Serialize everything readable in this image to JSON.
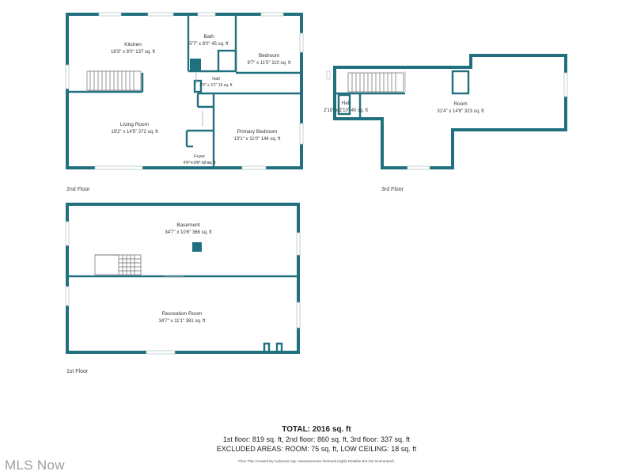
{
  "floors": [
    {
      "label": "2nd Floor",
      "rooms": [
        {
          "name": "Kitchen",
          "dims": "18'3\" x 8'0\" 137 sq. ft"
        },
        {
          "name": "Bath",
          "dims": "5'7\" x 8'0\" 45 sq. ft"
        },
        {
          "name": "Bedroom",
          "dims": "9'7\" x 11'5\" 110 sq. ft"
        },
        {
          "name": "Hall",
          "dims": "6'0\" x 3'1\" 19 sq. ft"
        },
        {
          "name": "Living Room",
          "dims": "19'2\" x 14'5\" 272 sq. ft"
        },
        {
          "name": "Primary Bedroom",
          "dims": "13'1\" x 11'0\" 144 sq. ft"
        },
        {
          "name": "Foyer",
          "dims": "4'0\" x 3'0\" 12 sq. ft"
        }
      ]
    },
    {
      "label": "3rd Floor",
      "rooms": [
        {
          "name": "Room",
          "dims": "31'4\" x 14'6\" 323 sq. ft"
        },
        {
          "name": "Hall",
          "dims": "2'10\" x 2'10\" 40 sq. ft"
        }
      ]
    },
    {
      "label": "1st Floor",
      "rooms": [
        {
          "name": "Basement",
          "dims": "34'7\" x 10'6\" 366 sq. ft"
        },
        {
          "name": "Recreation Room",
          "dims": "34'7\" x 11'1\" 381 sq. ft"
        }
      ]
    }
  ],
  "summary": {
    "total": "TOTAL: 2016 sq. ft",
    "floors_line": "1st floor: 819 sq. ft, 2nd floor: 860 sq. ft, 3rd floor: 337 sq. ft",
    "excluded_line": "EXCLUDED AREAS: ROOM: 75 sq. ft, LOW CEILING: 18 sq. ft",
    "disclaimer": "Floor Plan Created By Cubicasa App. Measurements Deemed Highly Reliable But Not Guaranteed."
  },
  "watermark": "MLS Now",
  "colors": {
    "wall": "#21707f",
    "text": "#333333",
    "watermark": "#9aa0a3"
  }
}
